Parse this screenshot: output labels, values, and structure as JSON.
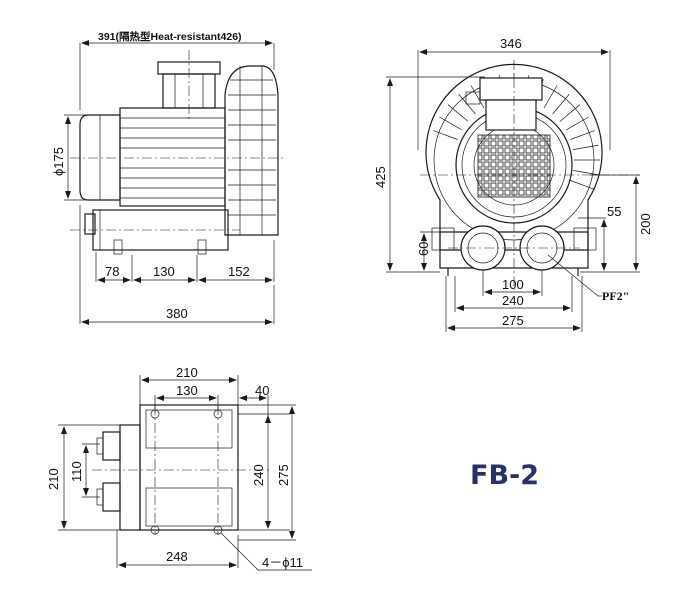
{
  "model": "FB-2",
  "colors": {
    "line": "#1a1a1a",
    "model_text": "#27306b",
    "background": "#ffffff"
  },
  "side_view": {
    "top_dim": "391(隔热型Heat-resistant426)",
    "diameter": "ϕ175",
    "base_dims": [
      "78",
      "130",
      "152"
    ],
    "overall_length": "380"
  },
  "front_view": {
    "width_top": "346",
    "height": "425",
    "right_55": "55",
    "right_200": "200",
    "left_60": "60",
    "bottom_100": "100",
    "bottom_240": "240",
    "bottom_275": "275",
    "port_label": "PF2\""
  },
  "base_view": {
    "top_210": "210",
    "top_130": "130",
    "top_40": "40",
    "left_210": "210",
    "left_110": "110",
    "right_240": "240",
    "right_275": "275",
    "bottom_248": "248",
    "holes": "4－ϕ11"
  }
}
